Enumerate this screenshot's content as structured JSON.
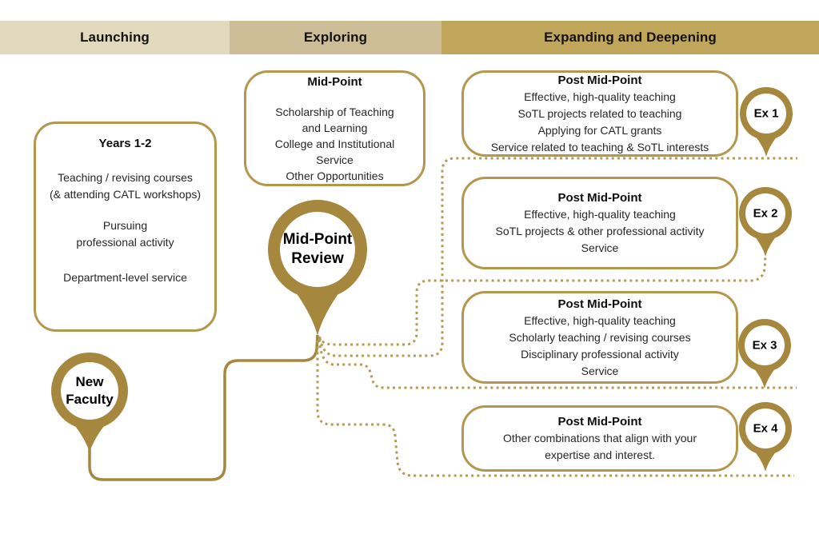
{
  "header": {
    "phases": [
      {
        "label": "Launching"
      },
      {
        "label": "Exploring"
      },
      {
        "label": "Expanding and Deepening"
      }
    ]
  },
  "boxes": {
    "years": {
      "title": "Years 1-2",
      "lines": [
        "Teaching / revising courses",
        "(& attending CATL workshops)",
        "Pursuing",
        "professional activity",
        "Department-level service"
      ]
    },
    "midpoint": {
      "title": "Mid-Point",
      "lines": [
        "Scholarship of Teaching",
        "and Learning",
        "College and Institutional",
        "Service",
        "Other Opportunities"
      ]
    },
    "ex1": {
      "title": "Post Mid-Point",
      "lines": [
        "Effective, high-quality teaching",
        "SoTL projects related to teaching",
        "Applying for CATL grants",
        "Service related to teaching & SoTL interests"
      ]
    },
    "ex2": {
      "title": "Post Mid-Point",
      "lines": [
        "Effective, high-quality teaching",
        "SoTL projects & other professional activity",
        "Service"
      ]
    },
    "ex3": {
      "title": "Post Mid-Point",
      "lines": [
        "Effective, high-quality teaching",
        "Scholarly teaching / revising courses",
        "Disciplinary professional activity",
        "Service"
      ]
    },
    "ex4": {
      "title": "Post Mid-Point",
      "lines": [
        "Other combinations that align with your",
        "expertise and interest."
      ]
    }
  },
  "pins": {
    "new_faculty": {
      "label": "New Faculty"
    },
    "midpoint_review": {
      "label": "Mid-Point Review"
    },
    "ex1": {
      "label": "Ex 1"
    },
    "ex2": {
      "label": "Ex 2"
    },
    "ex3": {
      "label": "Ex 3"
    },
    "ex4": {
      "label": "Ex 4"
    }
  },
  "colors": {
    "phase-launching": "#e2d8bd",
    "phase-exploring": "#ccbd96",
    "phase-expanding": "#c0a65a",
    "gold-dark": "#a5883e",
    "gold-border": "#b4974e",
    "gold-dot": "#b59b52",
    "ink": "#262626",
    "title-ink": "#0d0d0d"
  }
}
